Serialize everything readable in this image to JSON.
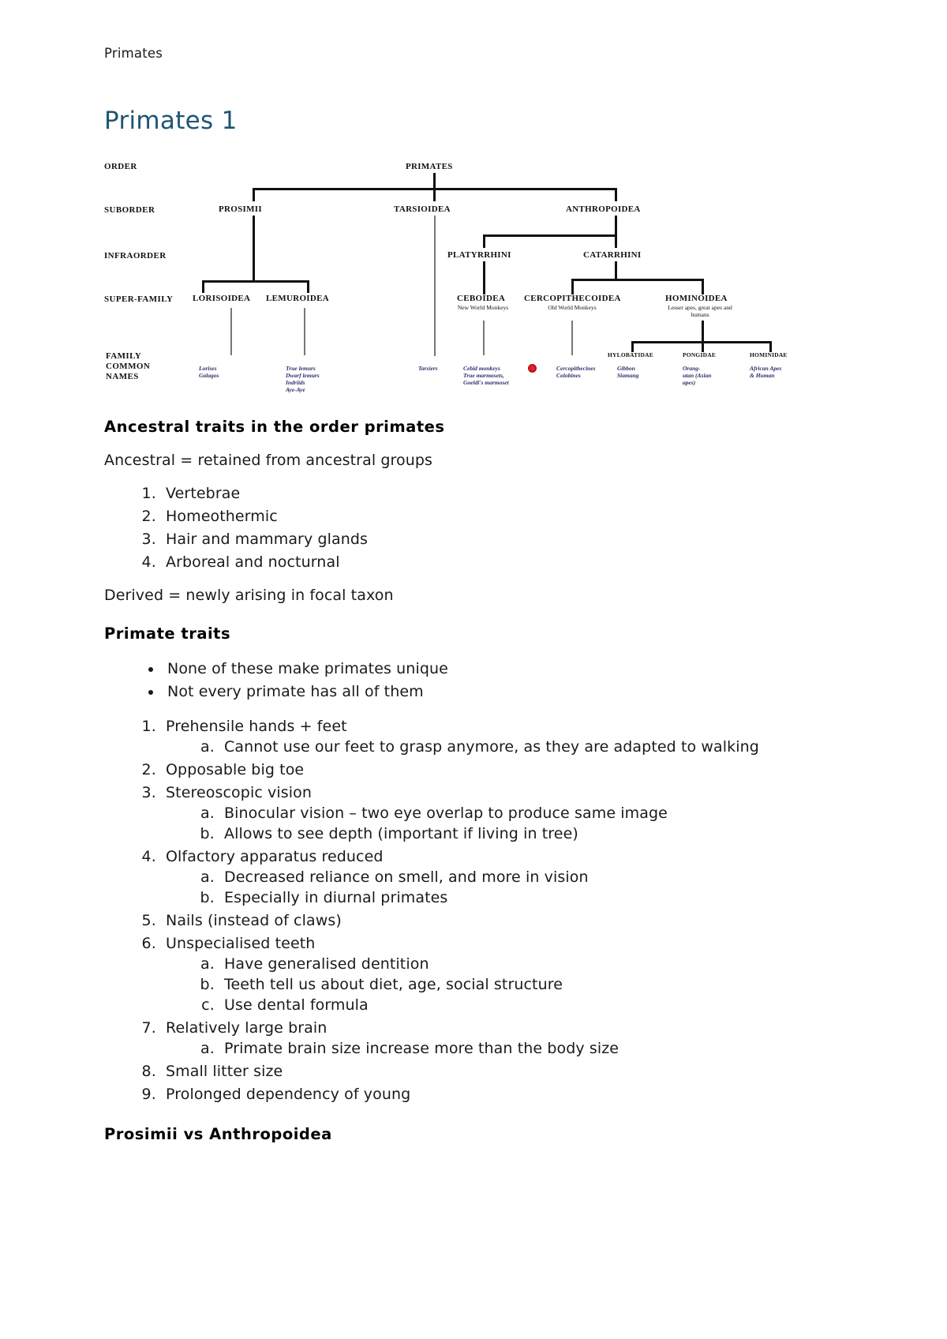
{
  "header": {
    "running_head": "Primates"
  },
  "title": "Primates 1",
  "figure": {
    "ranks": {
      "order": "ORDER",
      "suborder": "SUBORDER",
      "infraorder": "INFRAORDER",
      "superfamily": "SUPER-FAMILY",
      "family_common_names": [
        "FAMILY",
        "COMMON",
        "NAMES"
      ]
    },
    "nodes": {
      "primates": "PRIMATES",
      "prosimii": "PROSIMII",
      "tarsioidea": "TARSIOIDEA",
      "anthropoidea": "ANTHROPOIDEA",
      "platyrrhini": "PLATYRRHINI",
      "catarrhini": "CATARRHINI",
      "lorisoidea": "LORISOIDEA",
      "lemuroidea": "LEMUROIDEA",
      "ceboidea": "CEBOIDEA",
      "ceboidea_sub": "New World Monkeys",
      "cercopithecoidea": "CERCOPITHECOIDEA",
      "cercopithecoidea_sub": "Old World Monkeys",
      "hominoidea": "HOMINOIDEA",
      "hominoidea_sub_line1": "Lesser apes, great apes and",
      "hominoidea_sub_line2": "humans",
      "hylobatidae": "HYLOBATIDAE",
      "pongidae": "PONGIDAE",
      "hominidae": "HOMINIDAE"
    },
    "common_names": {
      "lorisoidea": [
        "Lorises",
        "Galagos"
      ],
      "lemuroidea": [
        "True lemurs",
        "Dwarf lemurs",
        "Indriids",
        "Aye-Aye"
      ],
      "tarsioidea": [
        "Tarsiers"
      ],
      "ceboidea": [
        "Cebid monkeys",
        "True marmosets,",
        "Goeldi's marmoset"
      ],
      "cercopithecoidea": [
        "Cercopithecines",
        "Colobines"
      ],
      "hylobatidae": [
        "Gibbon",
        "Siamang"
      ],
      "pongidae": [
        "Orang-",
        "utan (Asian",
        "apes)"
      ],
      "hominidae": [
        "African Apes",
        "& Human"
      ]
    },
    "annotation": {
      "name": "red-dot-marker",
      "color": "#e8212a"
    }
  },
  "sections": [
    {
      "heading": "Ancestral traits in the order primates",
      "intro": "Ancestral = retained from ancestral groups",
      "numbered": [
        "Vertebrae",
        "Homeothermic",
        "Hair and mammary glands",
        "Arboreal and nocturnal"
      ],
      "outro": "Derived = newly arising in focal taxon"
    },
    {
      "heading": "Primate traits",
      "bullets": [
        "None of these make primates unique",
        "Not every primate has all of them"
      ],
      "traits": [
        {
          "text": "Prehensile hands + feet",
          "sub": [
            "Cannot use our feet to grasp anymore, as they are adapted to walking"
          ]
        },
        {
          "text": "Opposable big toe",
          "sub": []
        },
        {
          "text": "Stereoscopic vision",
          "sub": [
            "Binocular vision – two eye overlap to produce same image",
            "Allows to see depth (important if living in tree)"
          ]
        },
        {
          "text": "Olfactory apparatus reduced",
          "sub": [
            "Decreased reliance on smell, and more in vision",
            "Especially in diurnal primates"
          ]
        },
        {
          "text": "Nails (instead of claws)",
          "sub": []
        },
        {
          "text": "Unspecialised teeth",
          "sub": [
            "Have generalised dentition",
            "Teeth tell us about diet, age, social structure",
            "Use dental formula"
          ]
        },
        {
          "text": "Relatively large brain",
          "sub": [
            "Primate brain size increase more than the body size"
          ]
        },
        {
          "text": "Small litter size",
          "sub": []
        },
        {
          "text": "Prolonged dependency of young",
          "sub": []
        }
      ]
    },
    {
      "heading": "Prosimii vs Anthropoidea"
    }
  ]
}
